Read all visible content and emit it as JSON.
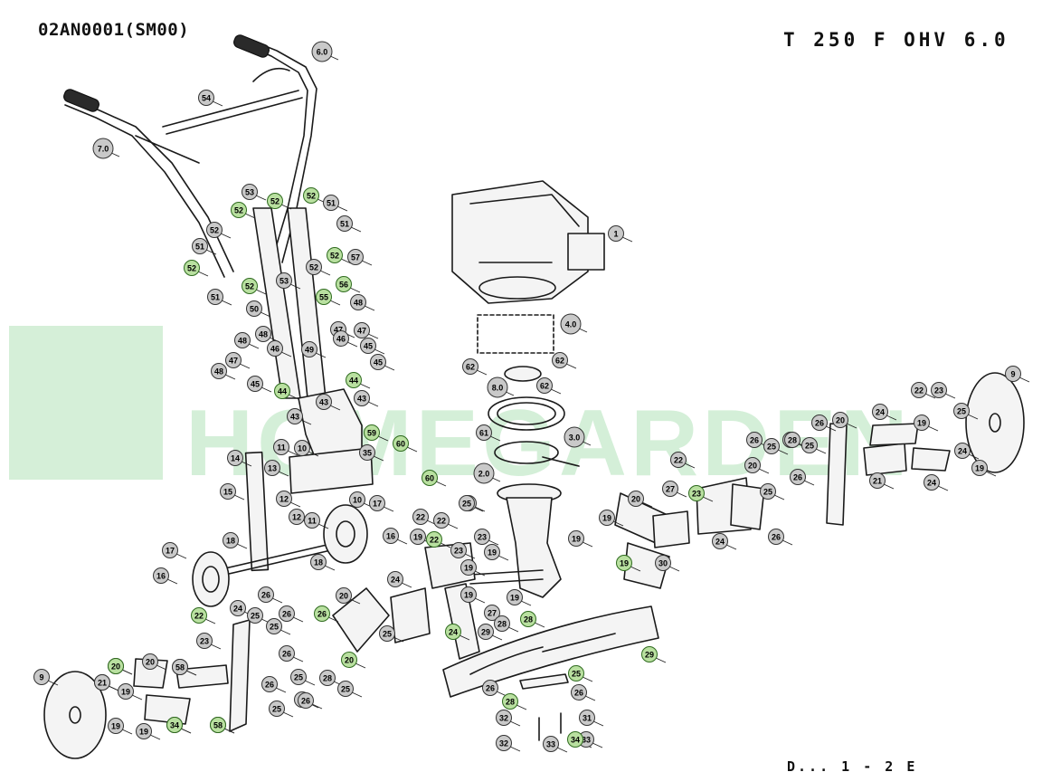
{
  "header": {
    "code": "02AN0001(SM00)",
    "model": "T 250 F OHV 6.0"
  },
  "footer": {
    "text": "D...  1 - 2 E"
  },
  "watermark": {
    "text": "HOMEGARDEN",
    "color": "#7ecf8a"
  },
  "callouts": [
    {
      "label": "6.0"
    },
    {
      "label": "54"
    },
    {
      "label": "7.0"
    },
    {
      "label": "53"
    },
    {
      "label": "52"
    },
    {
      "label": "52"
    },
    {
      "label": "51"
    },
    {
      "label": "52"
    },
    {
      "label": "51"
    },
    {
      "label": "52"
    },
    {
      "label": "51"
    },
    {
      "label": "52"
    },
    {
      "label": "52"
    },
    {
      "label": "57"
    },
    {
      "label": "52"
    },
    {
      "label": "51"
    },
    {
      "label": "52"
    },
    {
      "label": "53"
    },
    {
      "label": "56"
    },
    {
      "label": "55"
    },
    {
      "label": "48"
    },
    {
      "label": "50"
    },
    {
      "label": "47"
    },
    {
      "label": "48"
    },
    {
      "label": "47"
    },
    {
      "label": "46"
    },
    {
      "label": "48"
    },
    {
      "label": "49"
    },
    {
      "label": "46"
    },
    {
      "label": "47"
    },
    {
      "label": "48"
    },
    {
      "label": "45"
    },
    {
      "label": "45"
    },
    {
      "label": "45"
    },
    {
      "label": "44"
    },
    {
      "label": "44"
    },
    {
      "label": "43"
    },
    {
      "label": "43"
    },
    {
      "label": "43"
    },
    {
      "label": "59"
    },
    {
      "label": "1"
    },
    {
      "label": "4.0"
    },
    {
      "label": "62"
    },
    {
      "label": "62"
    },
    {
      "label": "8.0"
    },
    {
      "label": "62"
    },
    {
      "label": "61"
    },
    {
      "label": "3.0"
    },
    {
      "label": "2.0"
    },
    {
      "label": "60"
    },
    {
      "label": "60"
    },
    {
      "label": "14"
    },
    {
      "label": "11"
    },
    {
      "label": "10"
    },
    {
      "label": "35"
    },
    {
      "label": "13"
    },
    {
      "label": "15"
    },
    {
      "label": "12"
    },
    {
      "label": "10"
    },
    {
      "label": "12"
    },
    {
      "label": "11"
    },
    {
      "label": "17"
    },
    {
      "label": "16"
    },
    {
      "label": "18"
    },
    {
      "label": "18"
    },
    {
      "label": "17"
    },
    {
      "label": "16"
    },
    {
      "label": "9"
    },
    {
      "label": "22"
    },
    {
      "label": "23"
    },
    {
      "label": "19"
    },
    {
      "label": "19"
    },
    {
      "label": "19"
    },
    {
      "label": "20"
    },
    {
      "label": "24"
    },
    {
      "label": "26"
    },
    {
      "label": "25"
    },
    {
      "label": "26"
    },
    {
      "label": "25"
    },
    {
      "label": "20"
    },
    {
      "label": "21"
    },
    {
      "label": "24"
    },
    {
      "label": "19"
    },
    {
      "label": "22"
    },
    {
      "label": "23"
    },
    {
      "label": "19"
    },
    {
      "label": "19"
    },
    {
      "label": "20"
    },
    {
      "label": "9"
    },
    {
      "label": "22"
    },
    {
      "label": "22"
    },
    {
      "label": "23"
    },
    {
      "label": "23"
    },
    {
      "label": "26"
    },
    {
      "label": "25"
    },
    {
      "label": "26"
    },
    {
      "label": "25"
    },
    {
      "label": "26"
    },
    {
      "label": "20"
    },
    {
      "label": "24"
    },
    {
      "label": "21"
    },
    {
      "label": "24"
    },
    {
      "label": "19"
    },
    {
      "label": "25"
    },
    {
      "label": "27"
    },
    {
      "label": "20"
    },
    {
      "label": "24"
    },
    {
      "label": "19"
    },
    {
      "label": "19"
    },
    {
      "label": "19"
    },
    {
      "label": "20"
    },
    {
      "label": "25"
    },
    {
      "label": "26"
    },
    {
      "label": "28"
    },
    {
      "label": "26"
    },
    {
      "label": "25"
    },
    {
      "label": "22"
    },
    {
      "label": "22"
    },
    {
      "label": "23"
    },
    {
      "label": "23"
    },
    {
      "label": "24"
    },
    {
      "label": "19"
    },
    {
      "label": "19"
    },
    {
      "label": "19"
    },
    {
      "label": "19"
    },
    {
      "label": "27"
    },
    {
      "label": "29"
    },
    {
      "label": "28"
    },
    {
      "label": "29"
    },
    {
      "label": "28"
    },
    {
      "label": "24"
    },
    {
      "label": "30"
    },
    {
      "label": "26"
    },
    {
      "label": "25"
    },
    {
      "label": "26"
    },
    {
      "label": "25"
    },
    {
      "label": "20"
    },
    {
      "label": "25"
    },
    {
      "label": "20"
    },
    {
      "label": "28"
    },
    {
      "label": "25"
    },
    {
      "label": "26"
    },
    {
      "label": "26"
    },
    {
      "label": "25"
    },
    {
      "label": "26"
    },
    {
      "label": "28"
    },
    {
      "label": "26"
    },
    {
      "label": "32"
    },
    {
      "label": "31"
    },
    {
      "label": "32"
    },
    {
      "label": "33"
    },
    {
      "label": "33"
    },
    {
      "label": "34"
    },
    {
      "label": "34"
    },
    {
      "label": "58"
    },
    {
      "label": "58"
    },
    {
      "label": "20"
    },
    {
      "label": "21"
    },
    {
      "label": "24"
    },
    {
      "label": "19"
    },
    {
      "label": "19"
    },
    {
      "label": "19"
    },
    {
      "label": "20"
    },
    {
      "label": "9"
    },
    {
      "label": "19"
    }
  ]
}
